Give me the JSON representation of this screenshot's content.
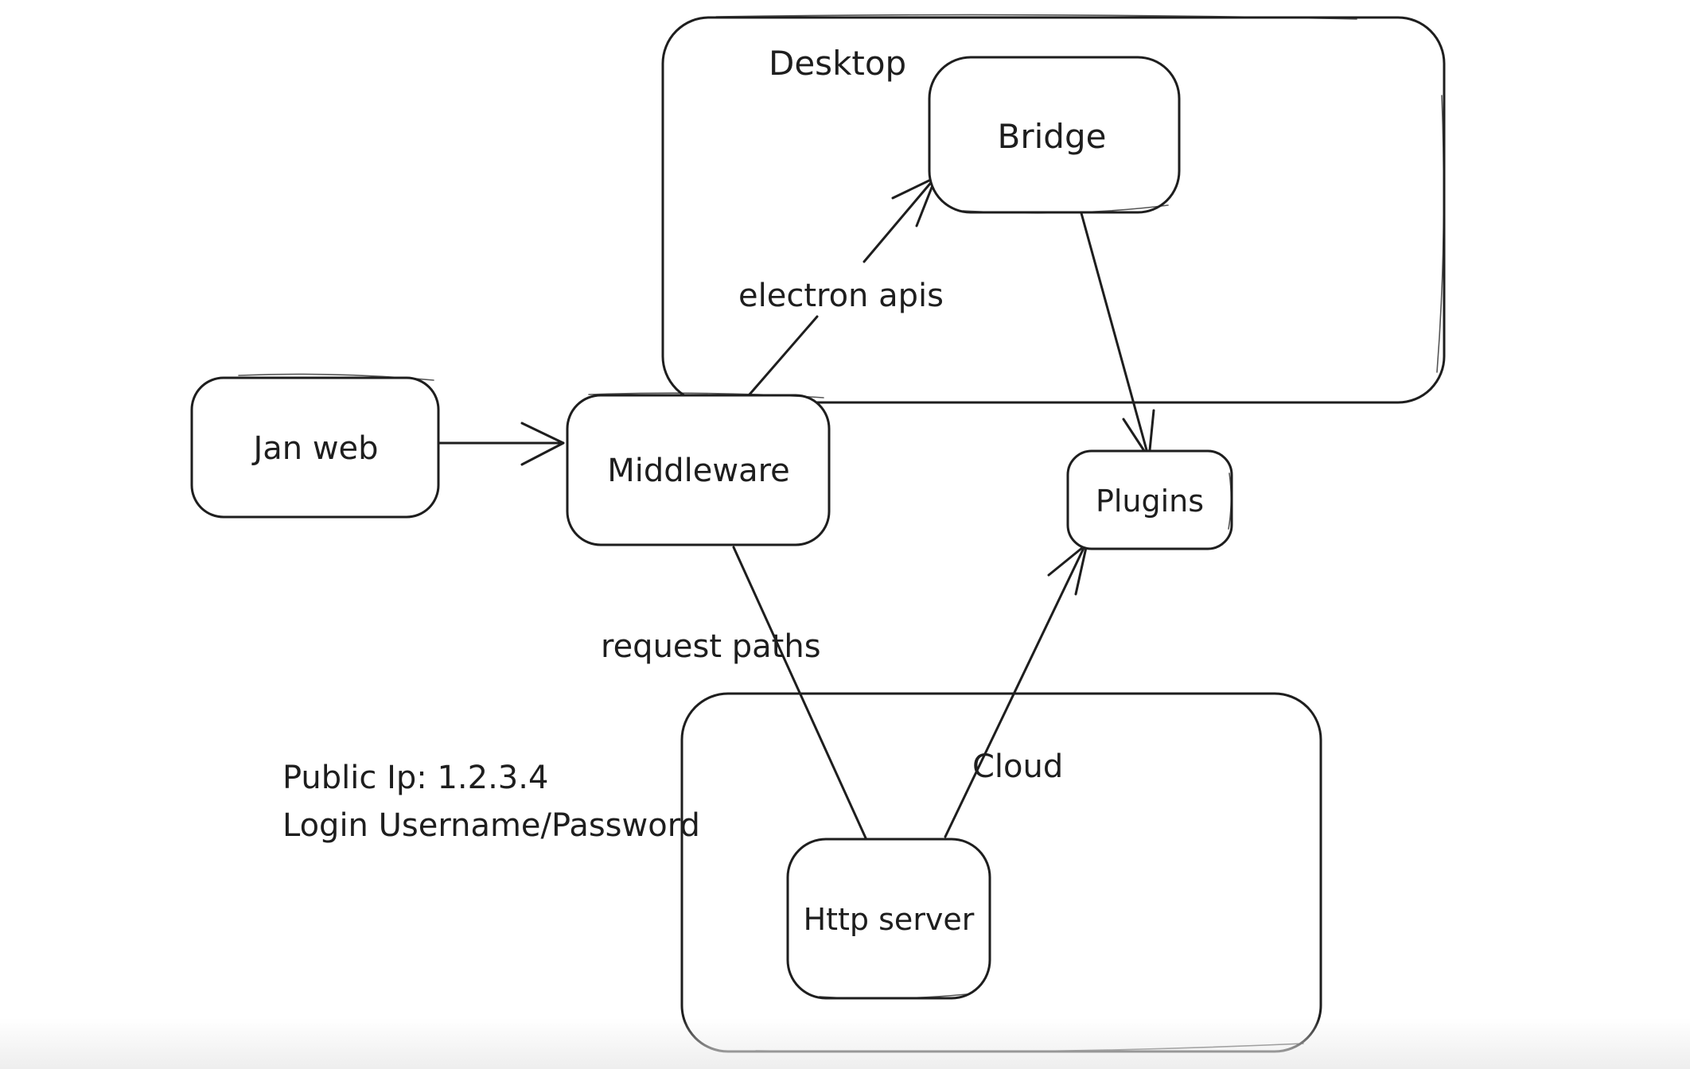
{
  "colors": {
    "ink": "#1e1e1e",
    "background": "#ffffff",
    "bottom_fade": "#ececec"
  },
  "diagram": {
    "containers": {
      "desktop": {
        "label": "Desktop"
      },
      "cloud": {
        "label": "Cloud"
      }
    },
    "nodes": {
      "jan_web": {
        "label": "Jan web"
      },
      "middleware": {
        "label": "Middleware"
      },
      "bridge": {
        "label": "Bridge"
      },
      "plugins": {
        "label": "Plugins"
      },
      "http_server": {
        "label": "Http server"
      }
    },
    "edges": {
      "jan_web_to_middleware": {
        "from": "Jan web",
        "to": "Middleware",
        "label": ""
      },
      "middleware_to_bridge": {
        "from": "Middleware",
        "to": "Bridge",
        "label": "electron apis"
      },
      "bridge_to_plugins": {
        "from": "Bridge",
        "to": "Plugins",
        "label": ""
      },
      "middleware_to_http_server": {
        "from": "Middleware",
        "to": "Http server",
        "label": "request paths"
      },
      "http_server_to_plugins": {
        "from": "Http server",
        "to": "Plugins",
        "label": ""
      }
    },
    "notes": {
      "public_ip": "Public Ip: 1.2.3.4",
      "login": "Login Username/Password"
    }
  }
}
